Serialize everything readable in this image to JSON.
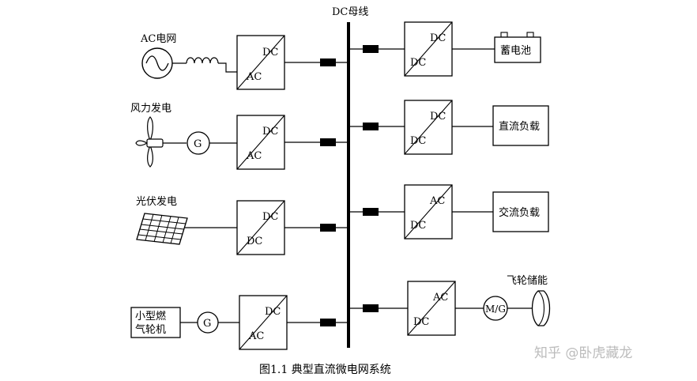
{
  "diagram": {
    "bus_label": "DC母线",
    "caption": "图1.1  典型直流微电网系统",
    "watermark": "知乎 @卧虎藏龙",
    "sources": [
      {
        "label": "AC电网",
        "top": "DC",
        "bottom": "AC"
      },
      {
        "label": "风力发电",
        "generator": "G",
        "top": "DC",
        "bottom": "AC"
      },
      {
        "label": "光伏发电",
        "top": "DC",
        "bottom": "DC"
      },
      {
        "label_line1": "小型燃",
        "label_line2": "气轮机",
        "generator": "G",
        "top": "DC",
        "bottom": "AC"
      }
    ],
    "loads": [
      {
        "label": "蓄电池",
        "top": "DC",
        "bottom": "DC"
      },
      {
        "label": "直流负载",
        "top": "DC",
        "bottom": "DC"
      },
      {
        "label": "交流负载",
        "top": "AC",
        "bottom": "DC"
      },
      {
        "label": "飞轮储能",
        "machine": "M/G",
        "top": "AC",
        "bottom": "DC"
      }
    ]
  }
}
